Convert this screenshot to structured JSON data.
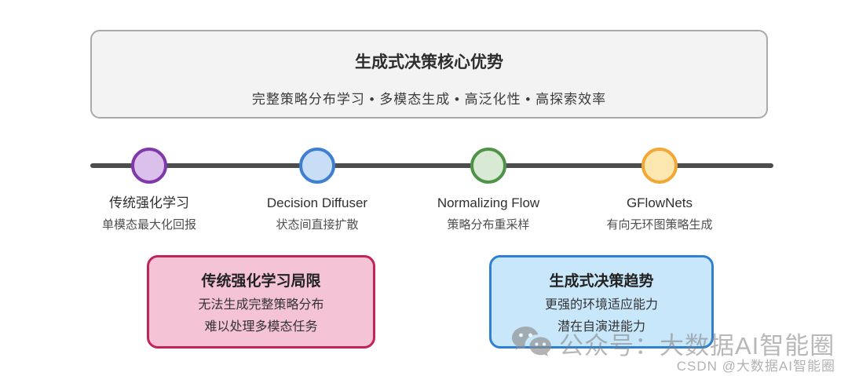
{
  "header": {
    "title": "生成式决策核心优势",
    "subtitle": "完整策略分布学习 • 多模态生成 • 高泛化性 • 高探索效率"
  },
  "timeline": {
    "line_color": "#4d4d4d",
    "nodes": [
      {
        "title": "传统强化学习",
        "desc": "单模态最大化回报",
        "fill": "#dcc0ec",
        "border": "#8039ab"
      },
      {
        "title": "Decision Diffuser",
        "desc": "状态间直接扩散",
        "fill": "#c8def7",
        "border": "#3e7fd2"
      },
      {
        "title": "Normalizing Flow",
        "desc": "策略分布重采样",
        "fill": "#d8ead3",
        "border": "#4f9348"
      },
      {
        "title": "GFlowNets",
        "desc": "有向无环图策略生成",
        "fill": "#fce7b0",
        "border": "#f0a936"
      }
    ]
  },
  "callouts": {
    "limitation": {
      "title": "传统强化学习局限",
      "lines": [
        "无法生成完整策略分布",
        "难以处理多模态任务"
      ],
      "fill": "#f4c3d6",
      "border": "#c02459"
    },
    "trend": {
      "title": "生成式决策趋势",
      "lines": [
        "更强的环境适应能力",
        "潜在自演进能力"
      ],
      "fill": "#c9e7fa",
      "border": "#2f80d0"
    }
  },
  "watermarks": {
    "wechat_label": "公众号：大数据AI智能圈",
    "csdn_label": "CSDN @大数据AI智能圈"
  }
}
